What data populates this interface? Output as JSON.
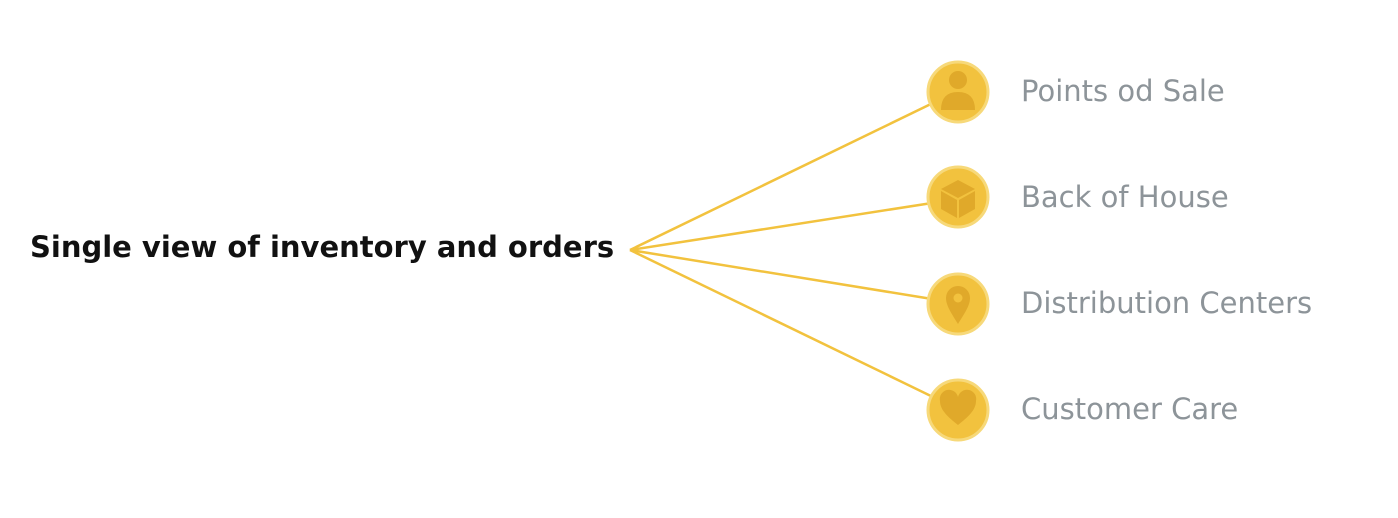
{
  "diagram": {
    "hub_label": "Single view of inventory and orders",
    "line_color": "#f2c23e",
    "node_fill": "#f2c23e",
    "node_ring": "#f7d97a",
    "icon_color": "#e0a92a",
    "label_color": "#8d9499",
    "nodes": [
      {
        "label": "Points od Sale",
        "icon": "person-icon"
      },
      {
        "label": "Back of House",
        "icon": "box-icon"
      },
      {
        "label": "Distribution Centers",
        "icon": "map-pin-icon"
      },
      {
        "label": "Customer Care",
        "icon": "heart-icon"
      }
    ]
  }
}
